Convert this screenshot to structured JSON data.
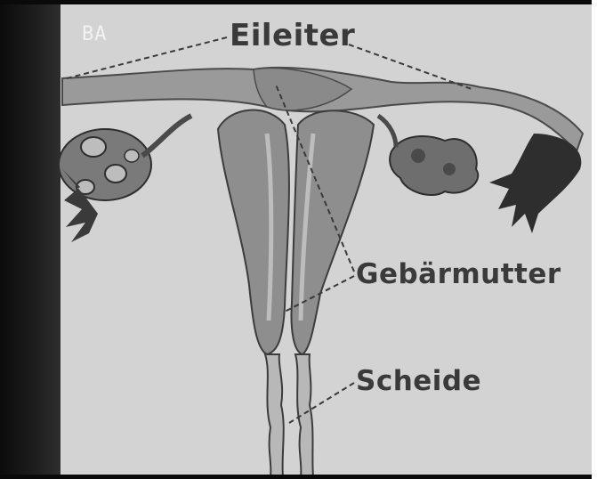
{
  "channel_logo": "BA",
  "labels": {
    "fallopian_tube": "Eileiter",
    "uterus": "Gebärmutter",
    "vagina": "Scheide"
  },
  "colors": {
    "background": "#d3d3d3",
    "organ_fill": "#8e8e8e",
    "organ_dark": "#3c3c3c",
    "label_text": "#3a3a3a"
  }
}
